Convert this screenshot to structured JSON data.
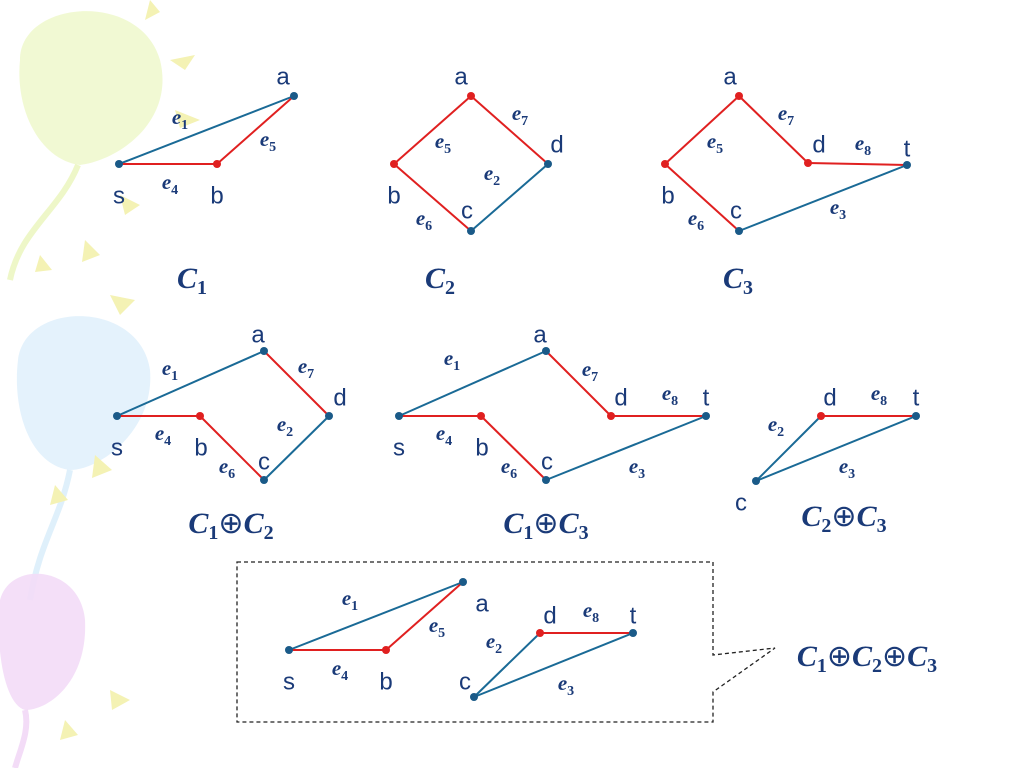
{
  "colors": {
    "red_edge": "#e02020",
    "blue_edge": "#1a6a96",
    "node_blue": "#1a5a88",
    "node_red": "#e02020",
    "text": "#1a3a78",
    "balloon_green": "#eef7c8",
    "balloon_blue": "#dff0fb",
    "balloon_purple": "#f3dcf7",
    "ray": "#f4f2b4"
  },
  "diagrams": [
    {
      "id": "c1",
      "title": [
        {
          "t": "C"
        },
        {
          "t": "1",
          "sub": true
        }
      ],
      "nodes": [
        {
          "id": "a",
          "label": "a",
          "color": "blue"
        },
        {
          "id": "s",
          "label": "s",
          "color": "blue"
        },
        {
          "id": "b",
          "label": "b",
          "color": "red"
        }
      ],
      "edges": [
        {
          "from": "s",
          "to": "a",
          "color": "blue",
          "label": {
            "base": "e",
            "sub": "1"
          }
        },
        {
          "from": "b",
          "to": "a",
          "color": "red",
          "label": {
            "base": "e",
            "sub": "5"
          }
        },
        {
          "from": "s",
          "to": "b",
          "color": "red",
          "label": {
            "base": "e",
            "sub": "4"
          }
        }
      ]
    },
    {
      "id": "c2",
      "title": [
        {
          "t": "C"
        },
        {
          "t": "2",
          "sub": true
        }
      ],
      "nodes": [
        {
          "id": "a",
          "label": "a",
          "color": "red"
        },
        {
          "id": "d",
          "label": "d",
          "color": "blue"
        },
        {
          "id": "b",
          "label": "b",
          "color": "red"
        },
        {
          "id": "c",
          "label": "c",
          "color": "blue"
        }
      ],
      "edges": [
        {
          "from": "b",
          "to": "a",
          "color": "red",
          "label": {
            "base": "e",
            "sub": "5"
          }
        },
        {
          "from": "a",
          "to": "d",
          "color": "red",
          "label": {
            "base": "e",
            "sub": "7"
          }
        },
        {
          "from": "c",
          "to": "d",
          "color": "blue",
          "label": {
            "base": "e",
            "sub": "2"
          }
        },
        {
          "from": "b",
          "to": "c",
          "color": "red",
          "label": {
            "base": "e",
            "sub": "6"
          }
        }
      ]
    },
    {
      "id": "c3",
      "title": [
        {
          "t": "C"
        },
        {
          "t": "3",
          "sub": true
        }
      ],
      "nodes": [
        {
          "id": "a",
          "label": "a",
          "color": "red"
        },
        {
          "id": "d",
          "label": "d",
          "color": "red"
        },
        {
          "id": "t",
          "label": "t",
          "color": "blue"
        },
        {
          "id": "b",
          "label": "b",
          "color": "red"
        },
        {
          "id": "c",
          "label": "c",
          "color": "blue"
        }
      ],
      "edges": [
        {
          "from": "b",
          "to": "a",
          "color": "red",
          "label": {
            "base": "e",
            "sub": "5"
          }
        },
        {
          "from": "a",
          "to": "d",
          "color": "red",
          "label": {
            "base": "e",
            "sub": "7"
          }
        },
        {
          "from": "d",
          "to": "t",
          "color": "red",
          "label": {
            "base": "e",
            "sub": "8"
          }
        },
        {
          "from": "b",
          "to": "c",
          "color": "red",
          "label": {
            "base": "e",
            "sub": "6"
          }
        },
        {
          "from": "c",
          "to": "t",
          "color": "blue",
          "label": {
            "base": "e",
            "sub": "3"
          }
        }
      ]
    },
    {
      "id": "c1c2",
      "title": [
        {
          "t": "C"
        },
        {
          "t": "1",
          "sub": true
        },
        {
          "t": "⊕",
          "op": true
        },
        {
          "t": "C"
        },
        {
          "t": "2",
          "sub": true
        }
      ],
      "nodes": [
        {
          "id": "a",
          "label": "a",
          "color": "blue"
        },
        {
          "id": "d",
          "label": "d",
          "color": "blue"
        },
        {
          "id": "s",
          "label": "s",
          "color": "blue"
        },
        {
          "id": "b",
          "label": "b",
          "color": "red"
        },
        {
          "id": "c",
          "label": "c",
          "color": "blue"
        }
      ],
      "edges": [
        {
          "from": "s",
          "to": "a",
          "color": "blue",
          "label": {
            "base": "e",
            "sub": "1"
          }
        },
        {
          "from": "a",
          "to": "d",
          "color": "red",
          "label": {
            "base": "e",
            "sub": "7"
          }
        },
        {
          "from": "s",
          "to": "b",
          "color": "red",
          "label": {
            "base": "e",
            "sub": "4"
          }
        },
        {
          "from": "c",
          "to": "d",
          "color": "blue",
          "label": {
            "base": "e",
            "sub": "2"
          }
        },
        {
          "from": "b",
          "to": "c",
          "color": "red",
          "label": {
            "base": "e",
            "sub": "6"
          }
        }
      ]
    },
    {
      "id": "c1c3",
      "title": [
        {
          "t": "C"
        },
        {
          "t": "1",
          "sub": true
        },
        {
          "t": "⊕",
          "op": true
        },
        {
          "t": "C"
        },
        {
          "t": "3",
          "sub": true
        }
      ],
      "nodes": [
        {
          "id": "a",
          "label": "a",
          "color": "blue"
        },
        {
          "id": "d",
          "label": "d",
          "color": "red"
        },
        {
          "id": "t",
          "label": "t",
          "color": "blue"
        },
        {
          "id": "s",
          "label": "s",
          "color": "blue"
        },
        {
          "id": "b",
          "label": "b",
          "color": "red"
        },
        {
          "id": "c",
          "label": "c",
          "color": "blue"
        }
      ],
      "edges": [
        {
          "from": "s",
          "to": "a",
          "color": "blue",
          "label": {
            "base": "e",
            "sub": "1"
          }
        },
        {
          "from": "a",
          "to": "d",
          "color": "red",
          "label": {
            "base": "e",
            "sub": "7"
          }
        },
        {
          "from": "d",
          "to": "t",
          "color": "red",
          "label": {
            "base": "e",
            "sub": "8"
          }
        },
        {
          "from": "s",
          "to": "b",
          "color": "red",
          "label": {
            "base": "e",
            "sub": "4"
          }
        },
        {
          "from": "b",
          "to": "c",
          "color": "red",
          "label": {
            "base": "e",
            "sub": "6"
          }
        },
        {
          "from": "c",
          "to": "t",
          "color": "blue",
          "label": {
            "base": "e",
            "sub": "3"
          }
        }
      ]
    },
    {
      "id": "c2c3",
      "title": [
        {
          "t": "C"
        },
        {
          "t": "2",
          "sub": true
        },
        {
          "t": "⊕",
          "op": true
        },
        {
          "t": "C"
        },
        {
          "t": "3",
          "sub": true
        }
      ],
      "nodes": [
        {
          "id": "d",
          "label": "d",
          "color": "red"
        },
        {
          "id": "t",
          "label": "t",
          "color": "blue"
        },
        {
          "id": "c",
          "label": "c",
          "color": "blue"
        }
      ],
      "edges": [
        {
          "from": "d",
          "to": "t",
          "color": "red",
          "label": {
            "base": "e",
            "sub": "8"
          }
        },
        {
          "from": "c",
          "to": "d",
          "color": "blue",
          "label": {
            "base": "e",
            "sub": "2"
          }
        },
        {
          "from": "c",
          "to": "t",
          "color": "blue",
          "label": {
            "base": "e",
            "sub": "3"
          }
        }
      ]
    },
    {
      "id": "c1c2c3",
      "title": [
        {
          "t": "C"
        },
        {
          "t": "1",
          "sub": true
        },
        {
          "t": "⊕",
          "op": true
        },
        {
          "t": "C"
        },
        {
          "t": "2",
          "sub": true
        },
        {
          "t": "⊕",
          "op": true
        },
        {
          "t": "C"
        },
        {
          "t": "3",
          "sub": true
        }
      ],
      "nodes": [
        {
          "id": "a",
          "label": "a",
          "color": "blue"
        },
        {
          "id": "s",
          "label": "s",
          "color": "blue"
        },
        {
          "id": "b",
          "label": "b",
          "color": "red"
        },
        {
          "id": "d",
          "label": "d",
          "color": "red"
        },
        {
          "id": "t",
          "label": "t",
          "color": "blue"
        },
        {
          "id": "c",
          "label": "c",
          "color": "blue"
        }
      ],
      "edges": [
        {
          "from": "s",
          "to": "a",
          "color": "blue",
          "label": {
            "base": "e",
            "sub": "1"
          }
        },
        {
          "from": "b",
          "to": "a",
          "color": "red",
          "label": {
            "base": "e",
            "sub": "5"
          }
        },
        {
          "from": "s",
          "to": "b",
          "color": "red",
          "label": {
            "base": "e",
            "sub": "4"
          }
        },
        {
          "from": "d",
          "to": "t",
          "color": "red",
          "label": {
            "base": "e",
            "sub": "8"
          }
        },
        {
          "from": "c",
          "to": "d",
          "color": "blue",
          "label": {
            "base": "e",
            "sub": "2"
          }
        },
        {
          "from": "c",
          "to": "t",
          "color": "blue",
          "label": {
            "base": "e",
            "sub": "3"
          }
        }
      ]
    }
  ]
}
